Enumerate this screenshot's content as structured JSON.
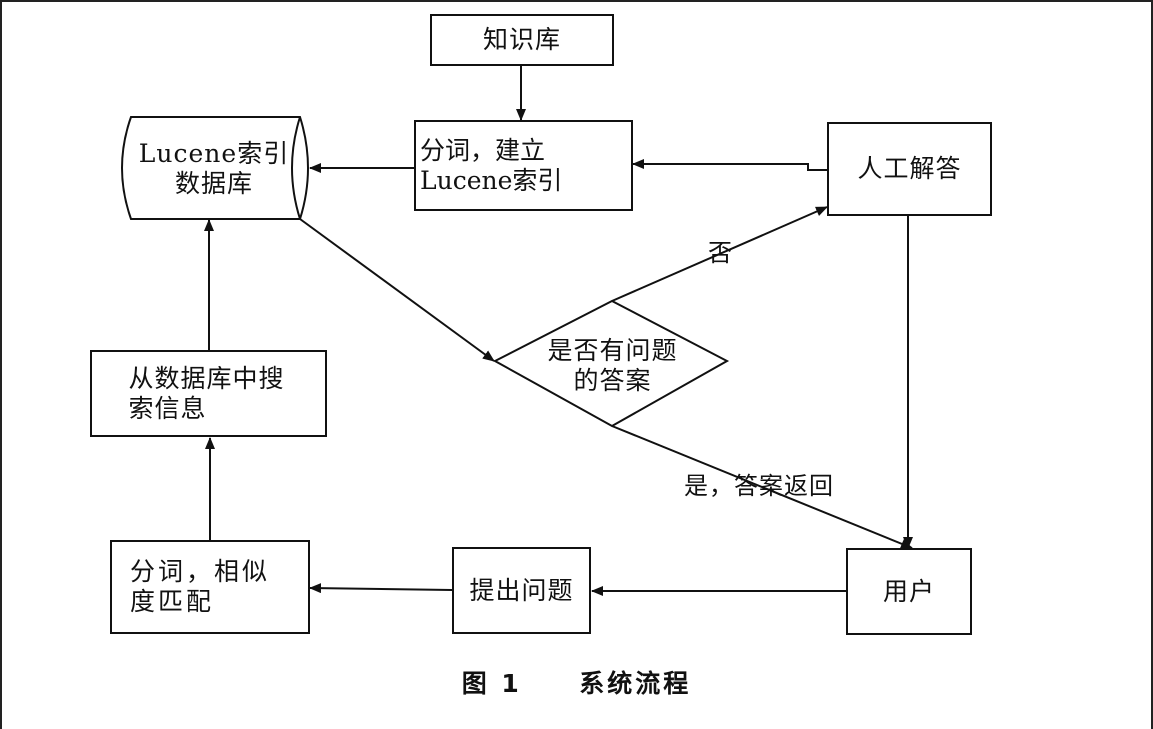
{
  "nodes": {
    "knowledge_base": "知识库",
    "tokenize_index": "分词，建立Lucene索引",
    "lucene_db": "Lucene索引数据库",
    "manual_answer": "人工解答",
    "search_db": "从数据库中搜索信息",
    "decision": "是否有问题的答案",
    "tokenize_match": "分词，相似度匹配",
    "ask_question": "提出问题",
    "user": "用户"
  },
  "labels": {
    "no": "否",
    "yes_return": "是，答案返回"
  },
  "caption": {
    "figure_number": "图 1",
    "title": "系统流程"
  }
}
